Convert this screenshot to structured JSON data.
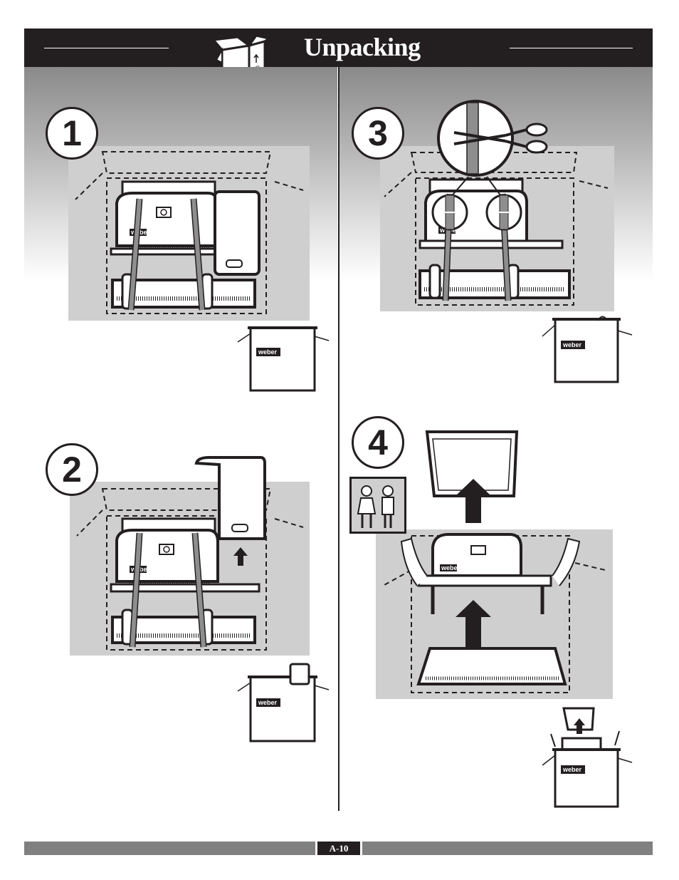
{
  "header": {
    "title": "Unpacking",
    "box_label": "UP"
  },
  "steps": [
    {
      "number": "1"
    },
    {
      "number": "2"
    },
    {
      "number": "3"
    },
    {
      "number": "4"
    }
  ],
  "brand": "weber",
  "footer": {
    "page_number": "A-10"
  },
  "colors": {
    "header_bg": "#231f20",
    "panel_gray": "#cfcfcf",
    "footer_gray": "#808080"
  }
}
